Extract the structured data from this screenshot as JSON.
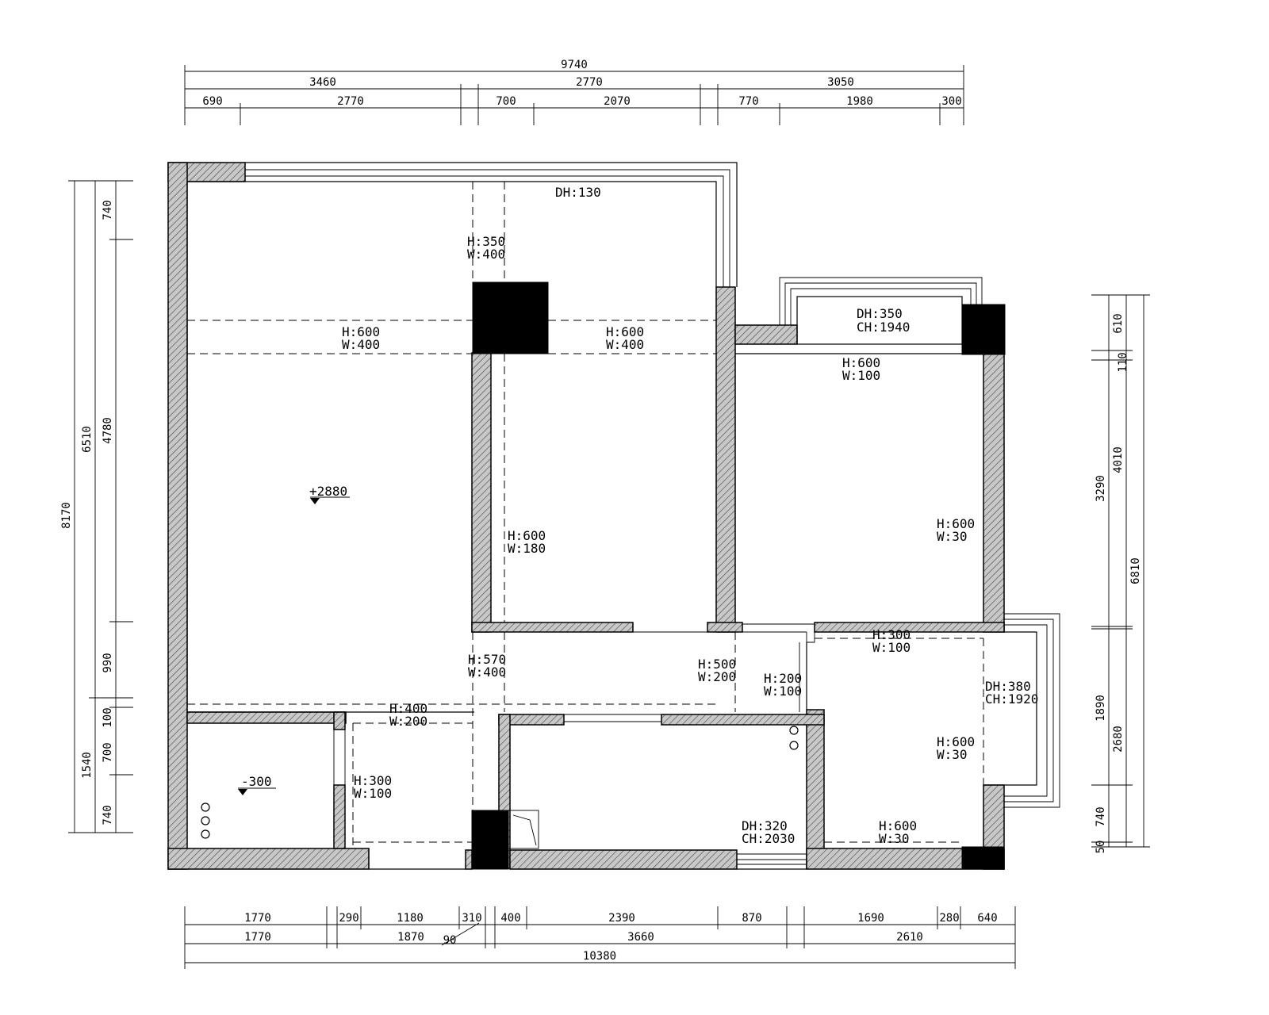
{
  "dims": {
    "top": {
      "overall": "9740",
      "segments": [
        "3460",
        "2770",
        "3050"
      ],
      "details": [
        "690",
        "2770",
        "700",
        "2070",
        "770",
        "1980",
        "300"
      ]
    },
    "bottom": {
      "details": [
        "1770",
        "290",
        "1180",
        "310",
        "400",
        "2390",
        "870",
        "1690",
        "280",
        "640"
      ],
      "segments": [
        "1770",
        "1870",
        "90",
        "3660",
        "2610"
      ],
      "overall": "10380"
    },
    "left": {
      "overall": "8170",
      "mid": [
        "6510",
        "1540"
      ],
      "details": [
        "740",
        "4780",
        "990",
        "100",
        "700",
        "740"
      ]
    },
    "right": {
      "overall": "6810",
      "mid": [
        "3290",
        "1890"
      ],
      "details": [
        "610",
        "110",
        "4010",
        "2680",
        "740",
        "50"
      ]
    }
  },
  "labels": {
    "dh130": "DH:130",
    "h350": "H:350",
    "w400a": "W:400",
    "h600a": "H:600",
    "w400b": "W:400",
    "h600b": "H:600",
    "w400c": "W:400",
    "dh350": "DH:350",
    "ch1940": "CH:1940",
    "h600c": "H:600",
    "w100a": "W:100",
    "level_main": "+2880",
    "h600d": "H:600",
    "w180": "W:180",
    "h600e": "H:600",
    "w30a": "W:30",
    "h300a": "H:300",
    "w100b": "W:100",
    "h570": "H:570",
    "w400d": "W:400",
    "h500": "H:500",
    "w200a": "W:200",
    "h200": "H:200",
    "w100c": "W:100",
    "dh380": "DH:380",
    "ch1920": "CH:1920",
    "h400": "H:400",
    "w200b": "W:200",
    "h600f": "H:600",
    "w30b": "W:30",
    "level_low": "-300",
    "h300b": "H:300",
    "w100d": "W:100",
    "dh320": "DH:320",
    "ch2030": "CH:2030",
    "h600g": "H:600",
    "w30c": "W:30"
  }
}
